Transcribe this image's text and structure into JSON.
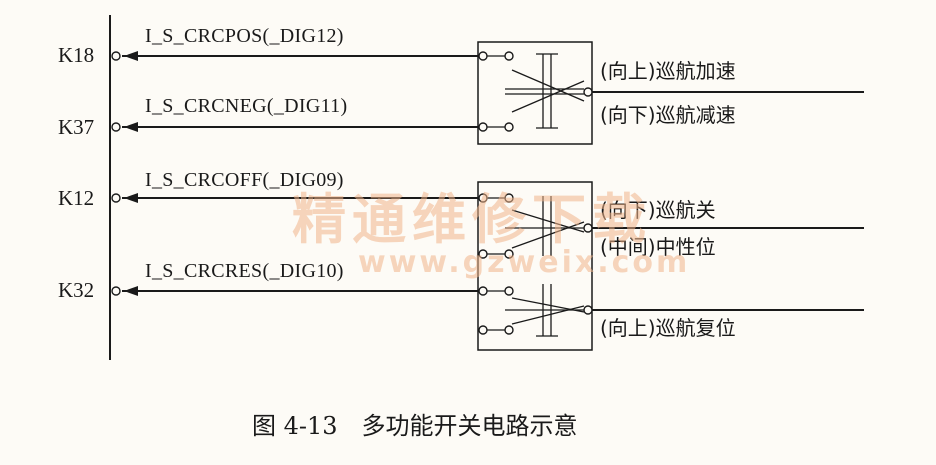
{
  "pins": [
    {
      "label": "K18",
      "signal": "I_S_CRCPOS(_DIG12)"
    },
    {
      "label": "K37",
      "signal": "I_S_CRCNEG(_DIG11)"
    },
    {
      "label": "K12",
      "signal": "I_S_CRCOFF(_DIG09)"
    },
    {
      "label": "K32",
      "signal": "I_S_CRCRES(_DIG10)"
    }
  ],
  "switch1": {
    "positions": [
      "(向上)巡航加速",
      "(向下)巡航减速"
    ]
  },
  "switch2": {
    "positions": [
      "(向下)巡航关",
      "(中间)中性位",
      "(向上)巡航复位"
    ]
  },
  "watermark": {
    "text": "精通维修下载",
    "url": "www.gzweix.com"
  },
  "caption": "图 4-13　多功能开关电路示意"
}
